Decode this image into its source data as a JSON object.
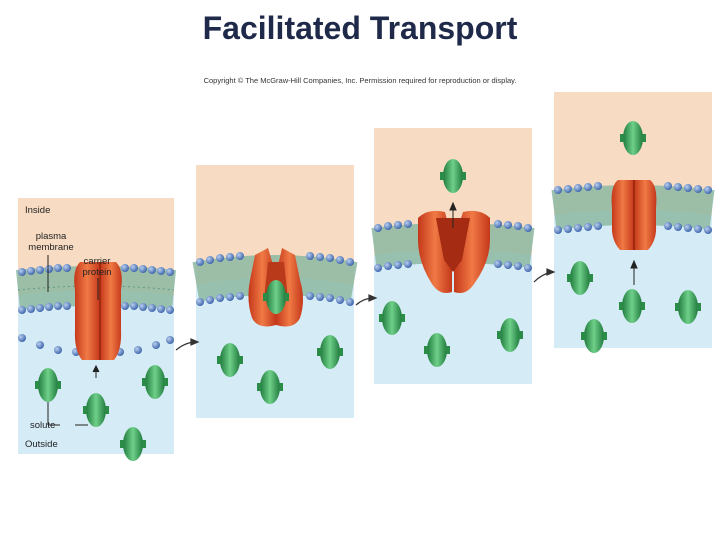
{
  "title": "Facilitated Transport",
  "copyright": "Copyright © The McGraw-Hill Companies, Inc. Permission required for reproduction or display.",
  "labels": {
    "inside": "Inside",
    "plasma_membrane": "plasma membrane",
    "carrier_protein": "carrier protein",
    "solute": "solute",
    "outside": "Outside"
  },
  "colors": {
    "cytoplasm": "#f7dcc3",
    "extracellular": "#d5ecf7",
    "protein": "#e2552b",
    "solute": "#3aa35a",
    "lipid_head": "#4a79c4",
    "lipid_tail": "#8cb8a2"
  }
}
